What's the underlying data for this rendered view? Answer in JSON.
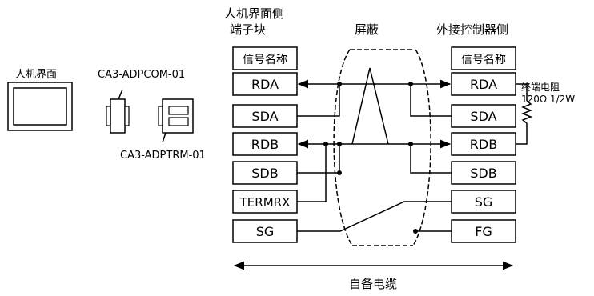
{
  "hmi": {
    "label": "人机界面",
    "header_line1": "人机界面侧",
    "header_line2": "端子块",
    "signal_header": "信号名称",
    "signals": [
      "RDA",
      "SDA",
      "RDB",
      "SDB",
      "TERMRX",
      "SG"
    ]
  },
  "adapters": {
    "com_label": "CA3-ADPCOM-01",
    "trm_label": "CA3-ADPTRM-01"
  },
  "shield": {
    "label": "屏蔽"
  },
  "controller": {
    "header": "外接控制器侧",
    "signal_header": "信号名称",
    "signals": [
      "RDA",
      "SDA",
      "RDB",
      "SDB",
      "SG",
      "FG"
    ]
  },
  "resistor": {
    "line1": "终端电阻",
    "line2": "120Ω 1/2W"
  },
  "cable": {
    "label": "自备电缆"
  }
}
